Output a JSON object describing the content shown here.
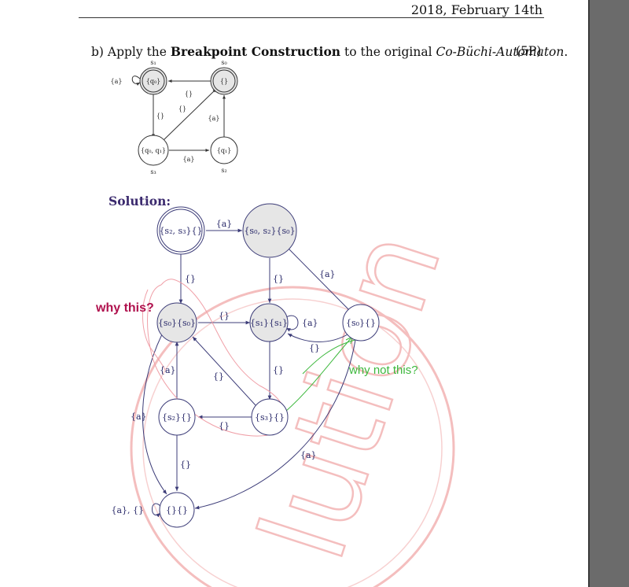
{
  "header": {
    "date": "2018, February 14th"
  },
  "task": {
    "prefix": "b) Apply the ",
    "bold": "Breakpoint Construction",
    "mid": " to the original ",
    "italic": "Co-Büchi-Automaton",
    "suffix": ".",
    "points": "(5P)"
  },
  "orig_automaton": {
    "states": [
      {
        "id": "s1",
        "label": "{q₀}",
        "name": "s₁",
        "accepting": true
      },
      {
        "id": "s0",
        "label": "{}",
        "name": "s₀",
        "accepting": true
      },
      {
        "id": "s3",
        "label": "{q₀, q₁}",
        "name": "s₃",
        "accepting": false
      },
      {
        "id": "s2",
        "label": "{q₁}",
        "name": "s₂",
        "accepting": false
      }
    ],
    "self_loop_label": "{a}",
    "edge_labels": {
      "s0_s1": "{}",
      "s1_s3": "{}",
      "s3_s0": "{}",
      "s2_s0": "{a}",
      "s3_s2": "{a}"
    }
  },
  "solution": {
    "title": "Solution:",
    "states": {
      "A": "{s₂, s₃}{}",
      "B": "{s₀, s₂}{s₀}",
      "C": "{s₀}{s₀}",
      "D": "{s₁}{s₁}",
      "E": "{s₀}{}",
      "F": "{s₂}{}",
      "G": "{s₃}{}",
      "H": "{}{}"
    },
    "edge_labels": {
      "A_B": "{a}",
      "A_C": "{}",
      "B_D": "{}",
      "B_E": "{a}",
      "C_D": "{}",
      "D_loop": "{a}",
      "E_D": "{}",
      "D_G": "{}",
      "F_C": "{a}",
      "G_C": "{}",
      "G_F": "{}",
      "F_H": "{}",
      "C_H": "{a}",
      "E_H": "{a}",
      "H_loop": "{a}, {}"
    },
    "annotations": {
      "why_this": "why this?",
      "why_not_this": "why not this?"
    },
    "colors": {
      "state_fill": "#e6e6e6",
      "edge": "#3c3c78",
      "annotation_red": "#b0124e",
      "annotation_green": "#3db83d",
      "watermark": "#f3b7b7"
    }
  },
  "watermark": {
    "text": "lution"
  }
}
